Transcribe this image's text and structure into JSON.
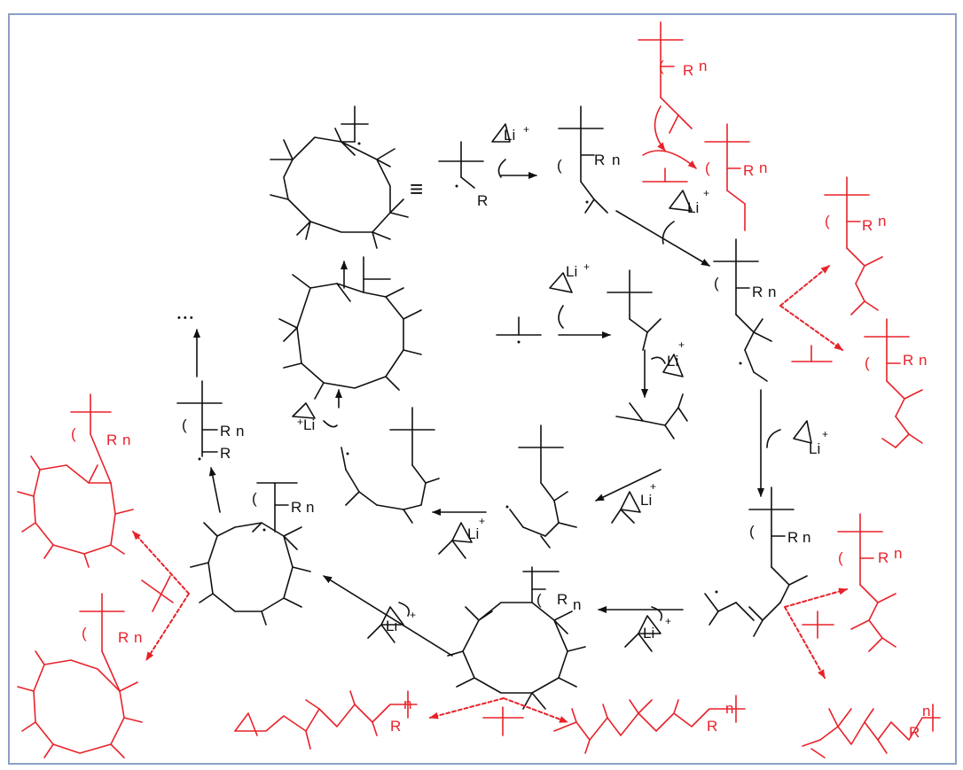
{
  "diagram": {
    "labels": {
      "R": "R",
      "Rn": "R",
      "n": "n",
      "Li": "Li",
      "plus": "+",
      "paren": "(",
      "equiv": "≡",
      "dots": "• • •"
    },
    "colors": {
      "border": "#8aa0c8",
      "main": "#111111",
      "side_product": "#e8222a"
    }
  }
}
